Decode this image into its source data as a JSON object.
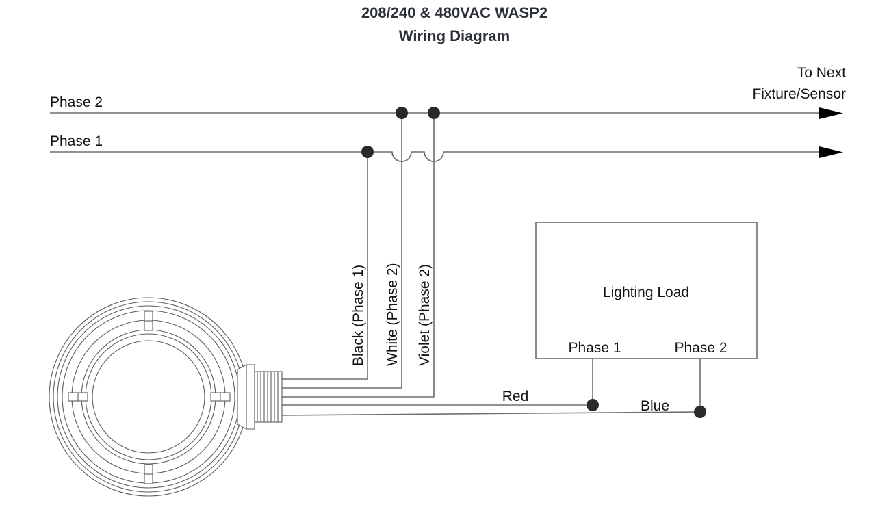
{
  "title": {
    "line1": "208/240 & 480VAC WASP2",
    "line2": "Wiring Diagram"
  },
  "supply": {
    "phase2_label": "Phase 2",
    "phase1_label": "Phase 1",
    "to_next_line1": "To Next",
    "to_next_line2": "Fixture/Sensor"
  },
  "sensor_wires": [
    {
      "label": "Black (Phase 1)",
      "connects_to": "Phase 1"
    },
    {
      "label": "White (Phase 2)",
      "connects_to": "Phase 2"
    },
    {
      "label": "Violet (Phase 2)",
      "connects_to": "Phase 2"
    },
    {
      "label": "Red",
      "connects_to": "Lighting Load Phase 1"
    },
    {
      "label": "Blue",
      "connects_to": "Lighting Load Phase 2"
    }
  ],
  "load": {
    "title": "Lighting Load",
    "terminal1": "Phase 1",
    "terminal2": "Phase 2"
  },
  "colors": {
    "title": "#2c3038",
    "text": "#141414",
    "wire": "#6e6e6e",
    "junction": "#2a2a2a",
    "outline": "#5c5c5c",
    "background": "#ffffff"
  }
}
